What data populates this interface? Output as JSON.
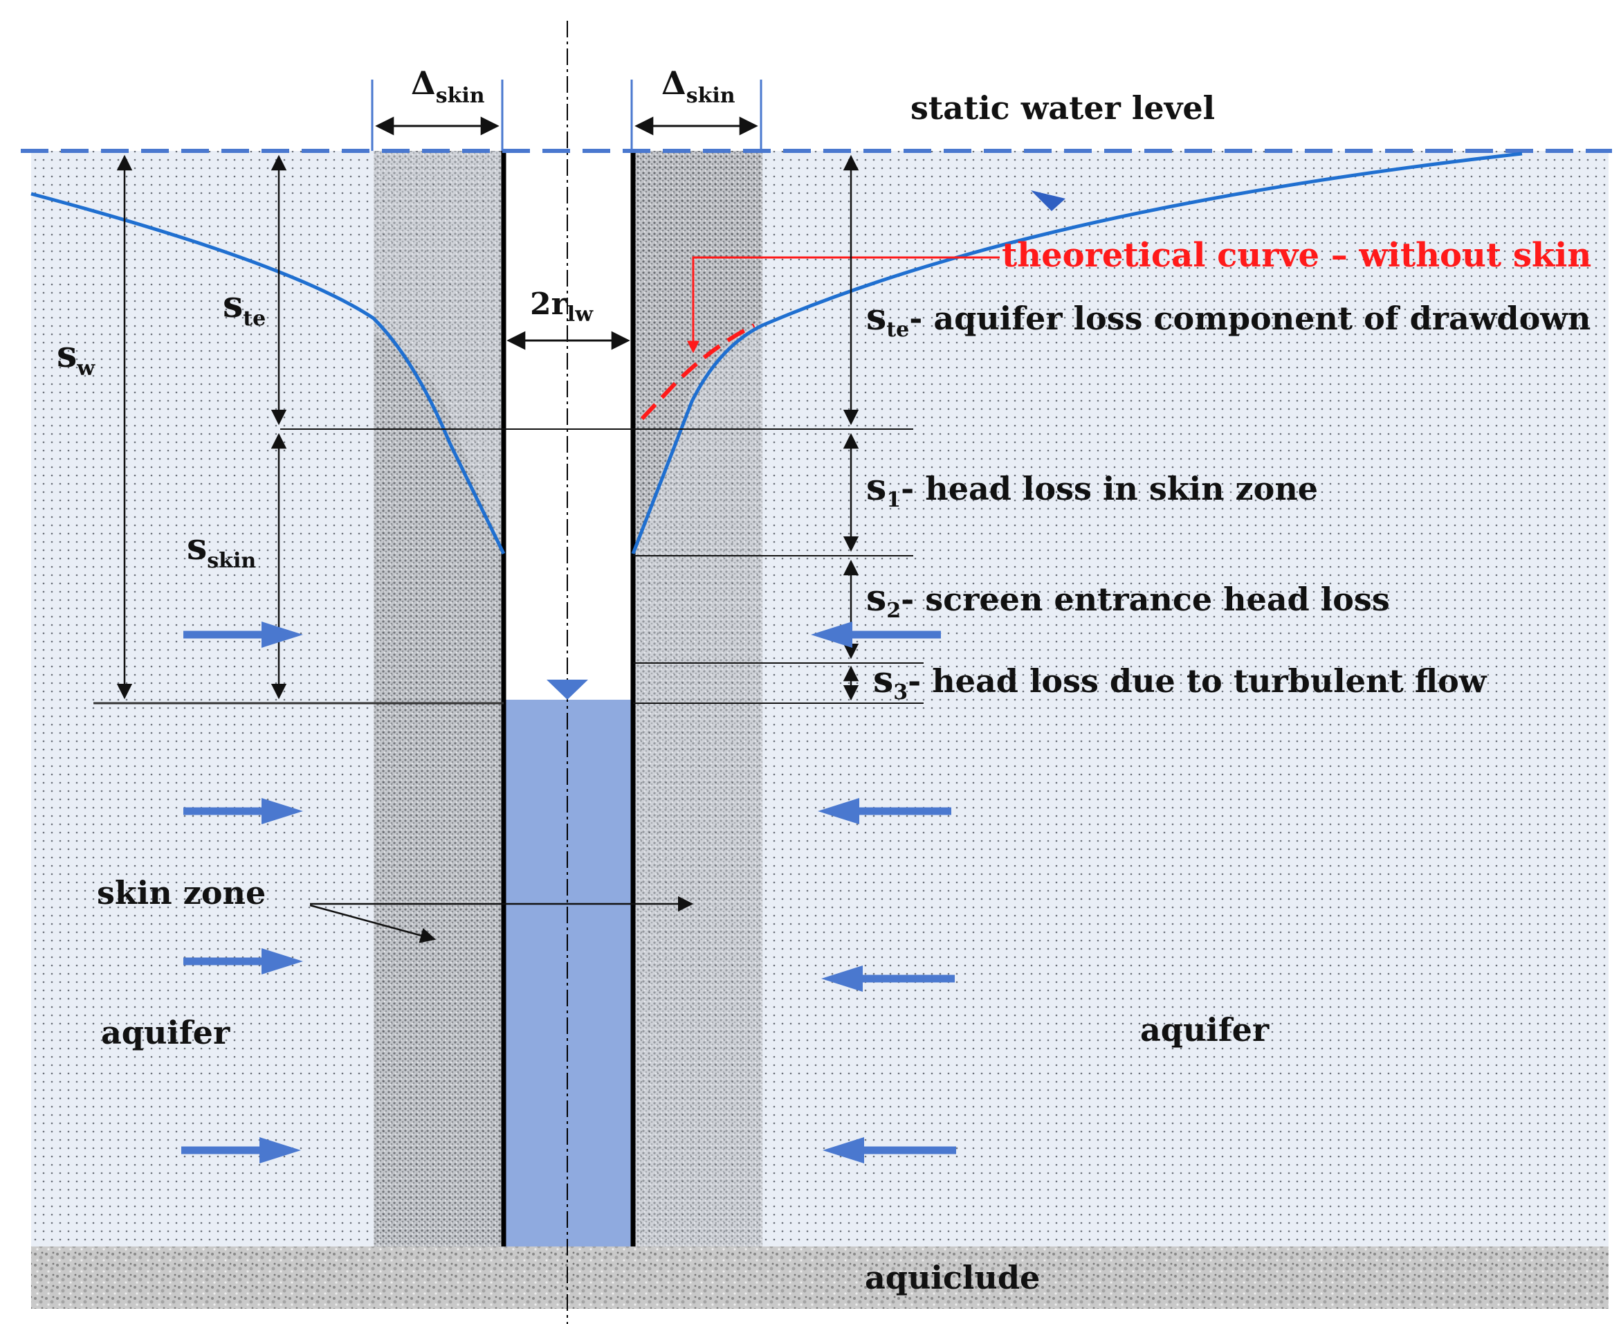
{
  "labels": {
    "delta": "Δ",
    "skin_sub": "skin",
    "static_water_level": "static water level",
    "theoretical_curve": "theoretical curve – without skin",
    "two_r": "2r",
    "two_r_sub": "lw",
    "s": "s",
    "sub_te": "te",
    "sub_w": "w",
    "sub_skin": "skin",
    "sub_1": "1",
    "sub_2": "2",
    "sub_3": "3",
    "ste_desc": "- aquifer loss component of drawdown",
    "s1_desc": "-  head loss in skin zone",
    "s2_desc": "- screen entrance head loss",
    "s3_desc": "- head loss due to turbulent flow",
    "skin_zone": "skin zone",
    "aquifer": "aquifer",
    "aquiclude": "aquiclude"
  },
  "colors": {
    "curve": "#1f6fd0",
    "theoretical": "#ff1a1a",
    "water": "#8faadf",
    "aquifer_bg": "#e9eef6",
    "flow_arrow": "#4a78cf"
  }
}
